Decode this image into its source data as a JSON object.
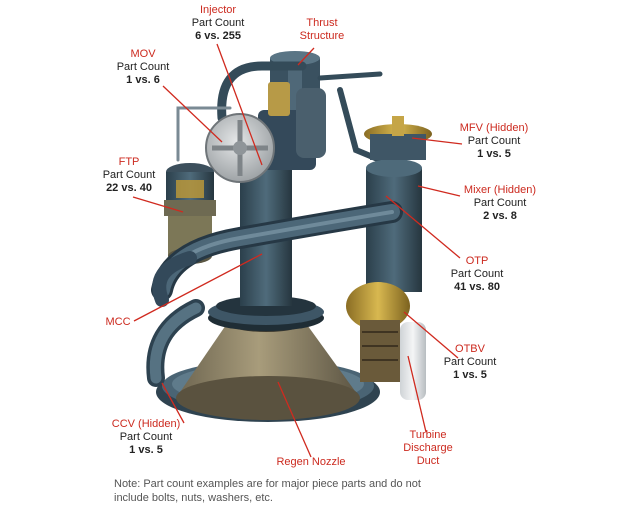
{
  "colors": {
    "label_red": "#cc2a1f",
    "leader_line": "#d02a1f",
    "pipe_steel": "#3f5968",
    "nozzle_tan": "#8a7f63",
    "brass": "#b9973a"
  },
  "callouts": {
    "injector": {
      "name": "Injector",
      "part_count_label": "Part Count",
      "count": "6 vs. 255"
    },
    "thrust_structure": {
      "name_line1": "Thrust",
      "name_line2": "Structure"
    },
    "mov": {
      "name": "MOV",
      "part_count_label": "Part Count",
      "count": "1 vs. 6"
    },
    "mfv": {
      "name": "MFV (Hidden)",
      "part_count_label": "Part Count",
      "count": "1 vs. 5"
    },
    "ftp": {
      "name": "FTP",
      "part_count_label": "Part Count",
      "count": "22 vs. 40"
    },
    "mixer": {
      "name": "Mixer (Hidden)",
      "part_count_label": "Part Count",
      "count": "2 vs. 8"
    },
    "otp": {
      "name": "OTP",
      "part_count_label": "Part Count",
      "count": "41 vs. 80"
    },
    "mcc": {
      "name": "MCC"
    },
    "otbv": {
      "name": "OTBV",
      "part_count_label": "Part Count",
      "count": "1 vs. 5"
    },
    "ccv": {
      "name": "CCV (Hidden)",
      "part_count_label": "Part Count",
      "count": "1 vs. 5"
    },
    "turbine_discharge_duct": {
      "name_line1": "Turbine",
      "name_line2": "Discharge",
      "name_line3": "Duct"
    },
    "regen_nozzle": {
      "name": "Regen Nozzle"
    }
  },
  "note": {
    "line1": "Note:  Part count examples are for major piece parts and do not",
    "line2": "include bolts, nuts, washers, etc."
  }
}
